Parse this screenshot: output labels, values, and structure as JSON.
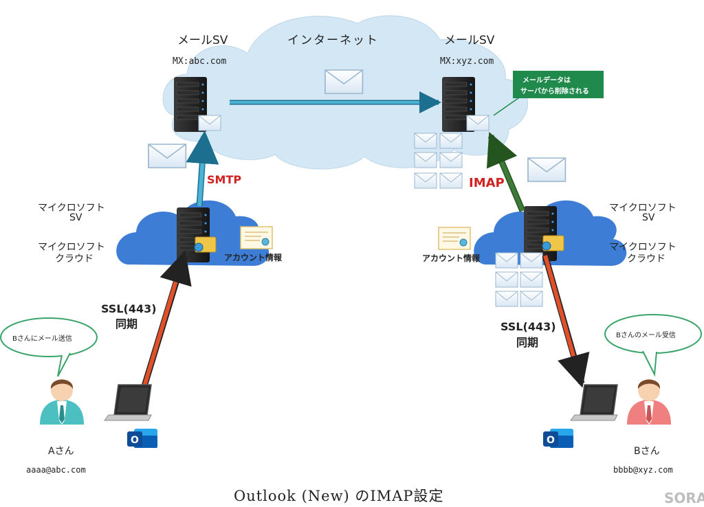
{
  "internet": {
    "label": "インターネット"
  },
  "left_mail_server": {
    "label": "メールSV",
    "mx": "MX:abc.com"
  },
  "right_mail_server": {
    "label": "メールSV",
    "mx": "MX:xyz.com"
  },
  "note": {
    "line1": "メールデータは",
    "line2": "サーバから削除される"
  },
  "smtp_label": "SMTP",
  "imap_label": "IMAP",
  "left_ms": {
    "sv_line1": "マイクロソフト",
    "sv_line2": "SV",
    "cloud_line1": "マイクロソフト",
    "cloud_line2": "クラウド",
    "account": "アカウント情報"
  },
  "right_ms": {
    "sv_line1": "マイクロソフト",
    "sv_line2": "SV",
    "cloud_line1": "マイクロソフト",
    "cloud_line2": "クラウド",
    "account": "アカウント情報"
  },
  "left_sync": {
    "line1": "SSL(443)",
    "line2": "同期"
  },
  "right_sync": {
    "line1": "SSL(443)",
    "line2": "同期"
  },
  "user_a": {
    "bubble": "Bさんにメール送信",
    "name": "Aさん",
    "email": "aaaa@abc.com"
  },
  "user_b": {
    "bubble": "Bさんのメール受信",
    "name": "Bさん",
    "email": "bbbb@xyz.com"
  },
  "title": "Outlook (New) のIMAP設定",
  "watermark": "SORA",
  "colors": {
    "internet_cloud": "#d6e9f5",
    "ms_cloud": "#3d7dd6",
    "smtp_arrow": "#4bb3d3",
    "imap_arrow": "#3e7a3a",
    "ssl_arrow": "#e2502a",
    "smtp_text": "#d22222",
    "note_bg": "#1f8a4c",
    "bubble_border": "#3aa36a",
    "user_a": "#4cc0c0",
    "user_b": "#f08080",
    "outlook": "#1a73c8"
  }
}
